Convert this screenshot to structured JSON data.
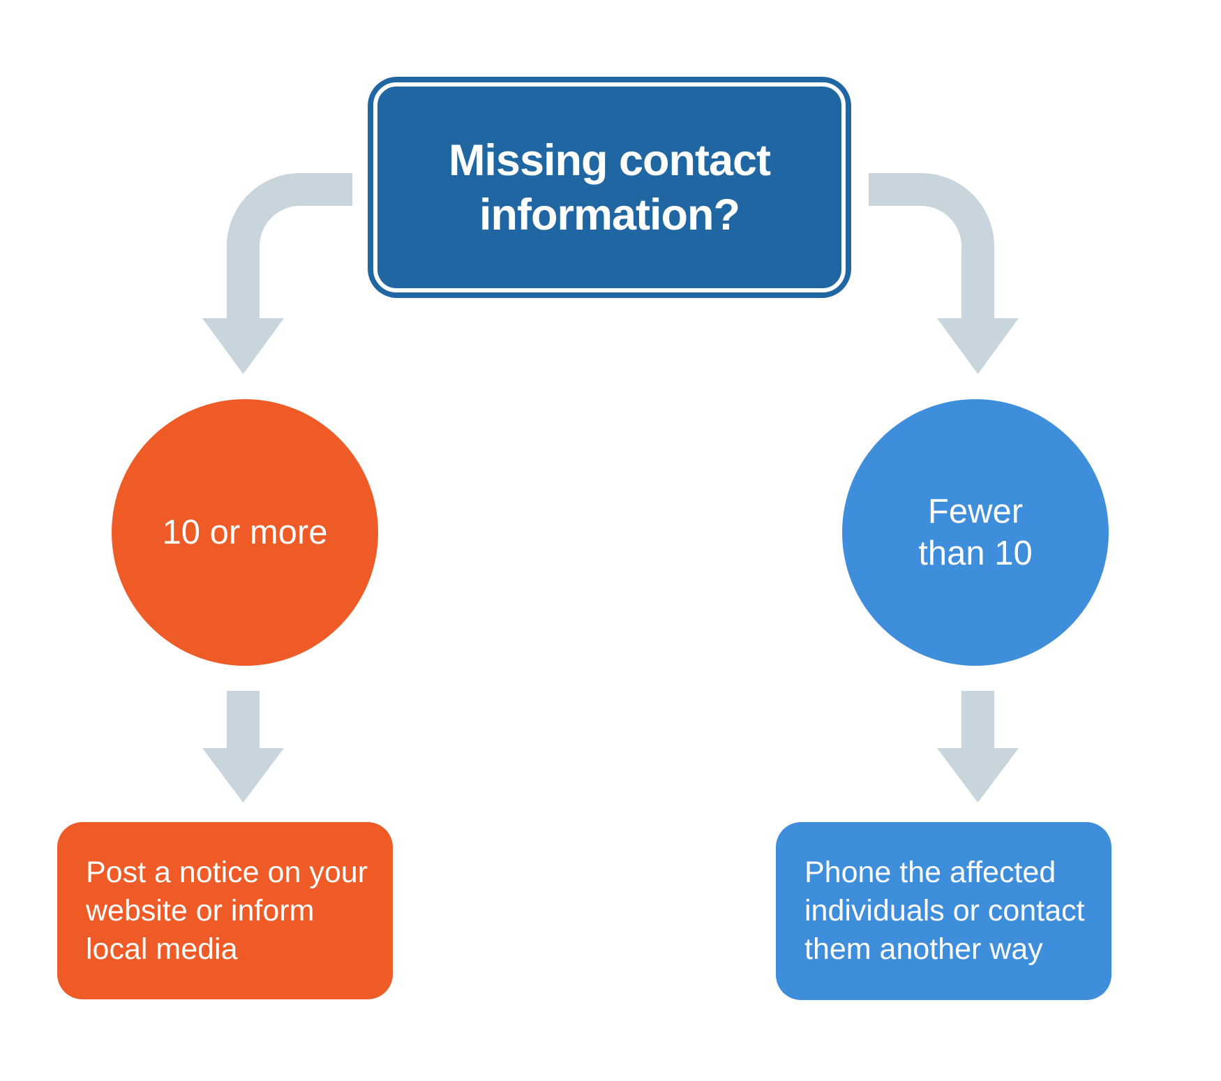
{
  "diagram": {
    "title": "Missing contact\ninformation?",
    "branches": [
      {
        "side": "left",
        "condition": "10 or more",
        "action": "Post a notice on your\nwebsite or inform\nlocal media"
      },
      {
        "side": "right",
        "condition": "Fewer\nthan 10",
        "action": "Phone the affected\nindividuals or contact\nthem another way"
      }
    ]
  },
  "colors": {
    "title_box_blue": "#2066A3",
    "branch_left_orange": "#EE5B26",
    "branch_right_blue": "#3E8EDC",
    "arrow_gray": "#C9D5DC"
  }
}
